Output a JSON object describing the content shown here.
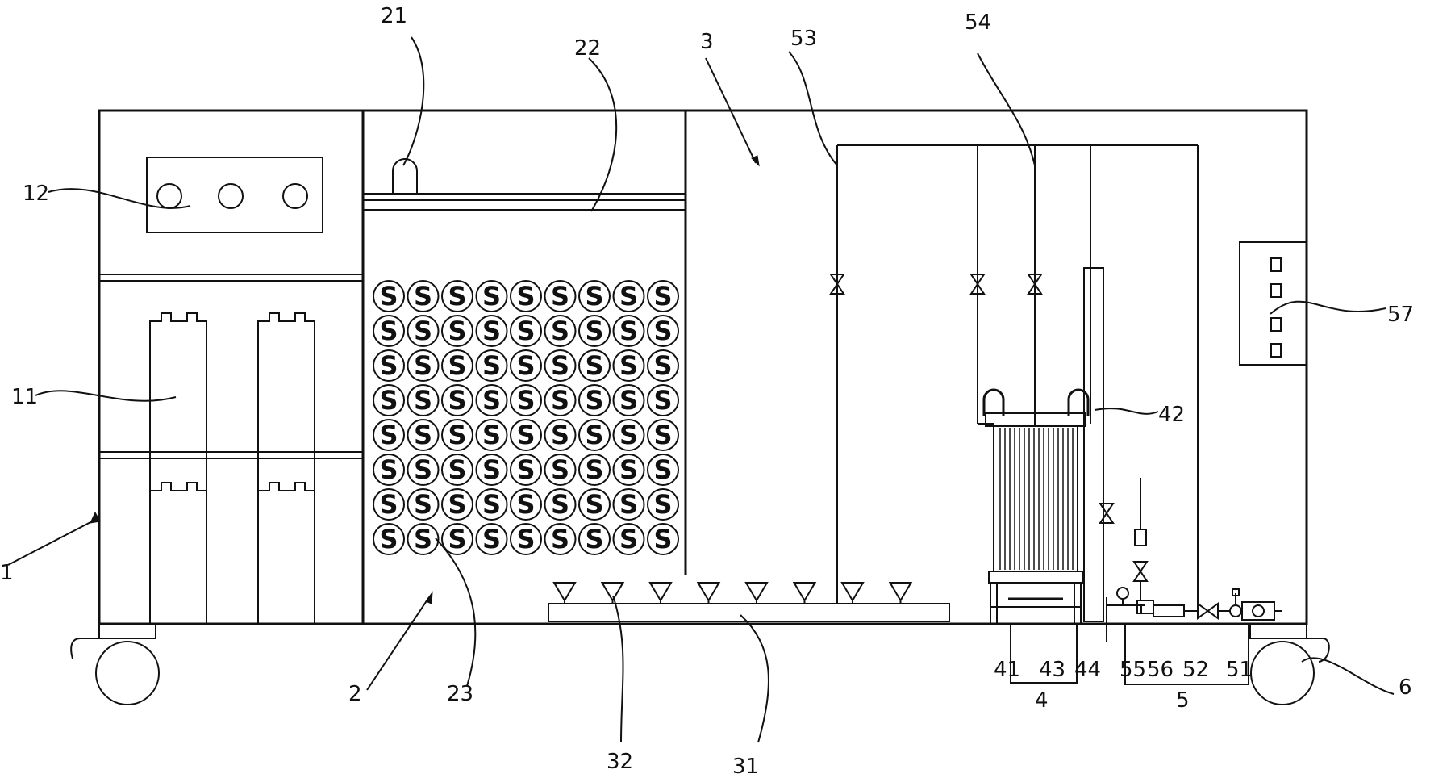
{
  "labels": {
    "l1": "1",
    "l2": "2",
    "l3": "3",
    "l4": "4",
    "l5": "5",
    "l6": "6",
    "l11": "11",
    "l12": "12",
    "l21": "21",
    "l22": "22",
    "l23": "23",
    "l31": "31",
    "l32": "32",
    "l41": "41",
    "l42": "42",
    "l43": "43",
    "l44": "44",
    "l51": "51",
    "l52": "52",
    "l53": "53",
    "l54": "54",
    "l55": "55",
    "l56": "56",
    "l57": "57"
  },
  "membrane_grid": {
    "rows": 8,
    "cols": 9,
    "glyph": "S"
  },
  "diffuser_count": 8
}
